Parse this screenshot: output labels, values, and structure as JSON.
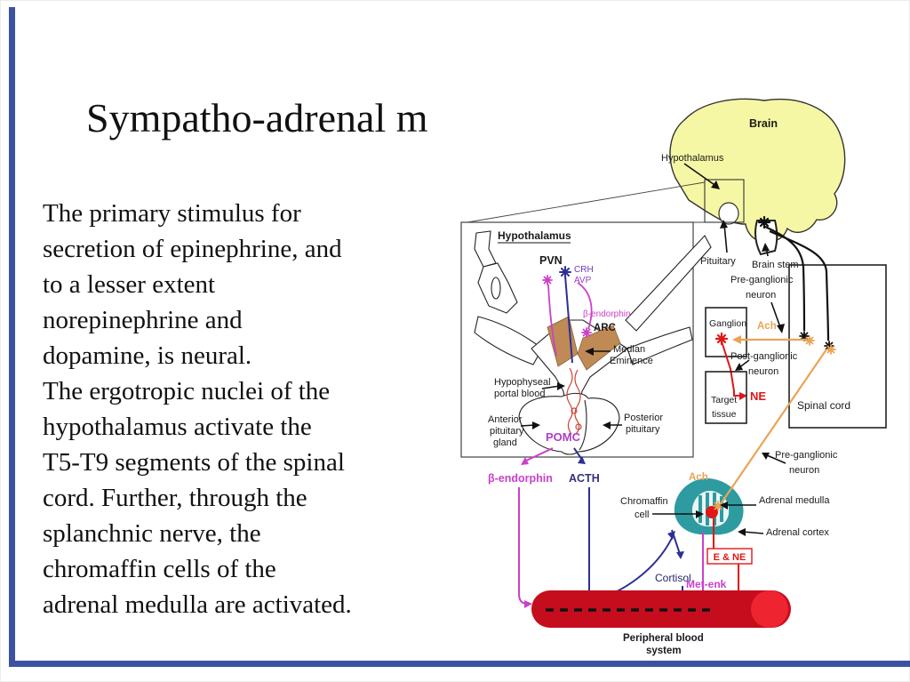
{
  "slide": {
    "title": "Sympatho-adrenal m",
    "body_lines": [
      "The primary stimulus for",
      "secretion of epinephrine, and",
      "to a lesser extent",
      "norepinephrine and",
      "dopamine, is neural.",
      "The ergotropic nuclei of the",
      "hypothalamus activate the",
      "T5-T9 segments of the spinal",
      "cord. Further, through the",
      "splanchnic nerve, the",
      "chromaffin cells of the",
      "adrenal medulla are activated."
    ]
  },
  "colors": {
    "accent_blue": "#3a52a0",
    "magenta": "#cb3fcb",
    "navy": "#2d2f93",
    "red": "#d41c1c",
    "orange": "#e9a455",
    "teal": "#2e9ba1",
    "brain_yellow": "#f6f7a4",
    "vessel_red": "#c60d1e",
    "median_eminence_tan": "#bf8a55"
  },
  "diagram": {
    "brain": "Brain",
    "hypothalamus": "Hypothalamus",
    "pituitary": "Pituitary",
    "brain_stem": "Brain stem",
    "pre_ganglionic_upper": [
      "Pre-ganglionic",
      "neuron"
    ],
    "ganglion": "Ganglion",
    "ach_upper": "Ach",
    "post_ganglionic": [
      "Post-ganglionic",
      "neuron"
    ],
    "ne": "NE",
    "target_tissue": [
      "Target",
      "tissue"
    ],
    "spinal_cord": "Spinal cord",
    "inset": {
      "title": "Hypothalamus",
      "pvn": "PVN",
      "crh": "CRH",
      "avp": "AVP",
      "beta_endorphin": "β-endorphin",
      "arc": "ARC",
      "median_eminence": [
        "Median",
        "Eminence"
      ],
      "hypophyseal": [
        "Hypophyseal",
        "portal blood"
      ],
      "anterior_pituitary": [
        "Anterior",
        "pituitary",
        "gland"
      ],
      "pomc": "POMC",
      "posterior_pituitary": [
        "Posterior",
        "pituitary"
      ]
    },
    "beta_endorphin": "β-endorphin",
    "acth": "ACTH",
    "pre_ganglionic_lower": [
      "Pre-ganglionic",
      "neuron"
    ],
    "chromaffin_cell": [
      "Chromaffin",
      "cell"
    ],
    "ach_lower": "Ach",
    "adrenal_medulla": "Adrenal medulla",
    "adrenal_cortex": "Adrenal cortex",
    "e_ne": "E & NE",
    "cortisol": "Cortisol",
    "met_enk": "Met-enk",
    "peripheral_blood": [
      "Peripheral blood",
      "system"
    ]
  }
}
